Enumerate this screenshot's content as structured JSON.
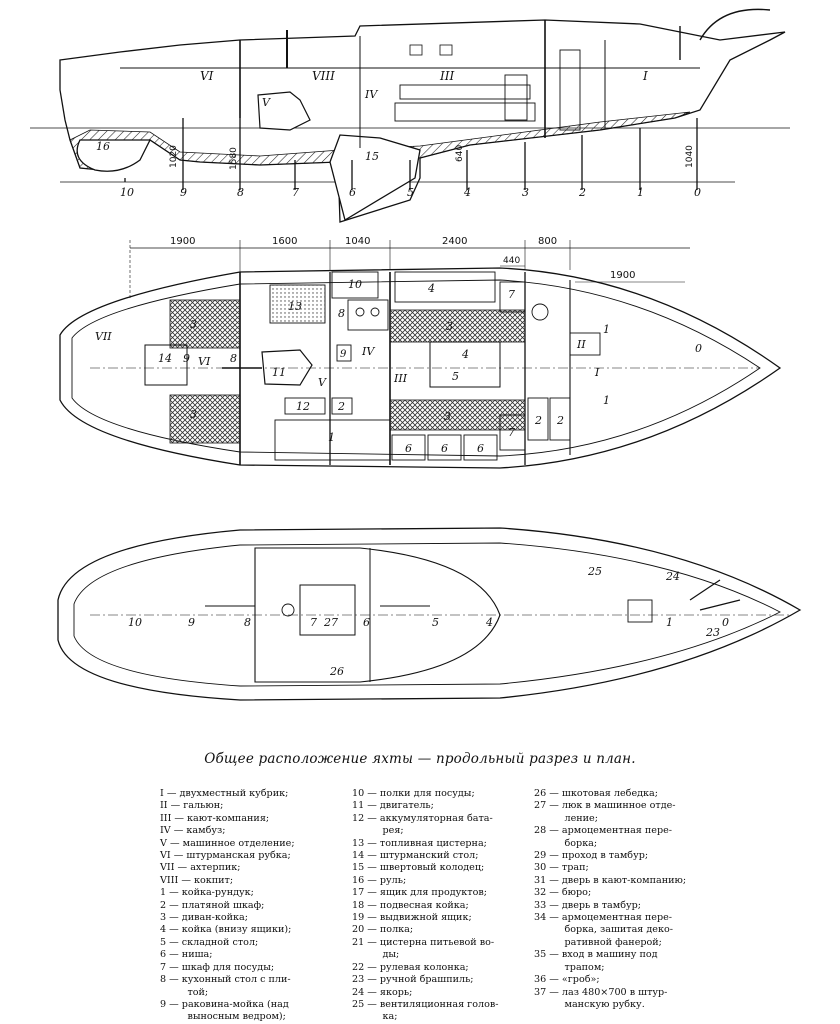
{
  "caption": "Общее расположение яхты — продольный разрез и план.",
  "profile": {
    "compartments": [
      "VI",
      "VIII",
      "III",
      "I",
      "V",
      "IV"
    ],
    "items": [
      "16",
      "15"
    ],
    "stations": [
      "10",
      "9",
      "8",
      "7",
      "6",
      "5",
      "4",
      "3",
      "2",
      "1",
      "0"
    ],
    "heights": [
      "1020",
      "1580",
      "640",
      "1040"
    ]
  },
  "plan": {
    "dimensions": [
      "1900",
      "1600",
      "1040",
      "2400",
      "800",
      "440",
      "1900"
    ],
    "compartments": [
      "VII",
      "VI",
      "V",
      "IV",
      "III",
      "II",
      "I",
      "0"
    ],
    "items": [
      "3",
      "3",
      "14",
      "9",
      "8",
      "13",
      "10",
      "8",
      "11",
      "9",
      "12",
      "2",
      "1",
      "4",
      "3",
      "4",
      "5",
      "3",
      "7",
      "7",
      "6",
      "6",
      "6",
      "2",
      "2",
      "1",
      "1",
      "1"
    ]
  },
  "deck": {
    "stations": [
      "10",
      "9",
      "8",
      "7",
      "27",
      "6",
      "5",
      "4",
      "1",
      "0"
    ],
    "items": [
      "25",
      "24",
      "23",
      "26"
    ]
  },
  "legend": {
    "col1": [
      "I — двухместный кубрик;",
      "II — гальюн;",
      "III — кают-компания;",
      "IV — камбуз;",
      "V — машинное отделение;",
      "VI — штурманская рубка;",
      "VII — ахтерпик;",
      "VIII — кокпит;",
      "1 — койка-рундук;",
      "2 — платяной шкаф;",
      "3 — диван-койка;",
      "4 — койка (внизу ящики);",
      "5 — складной стол;",
      "6 — ниша;",
      "7 — шкаф для посуды;",
      "8 — кухонный стол с пли-",
      "         той;",
      "9 — раковина-мойка (над",
      "         выносным ведром);"
    ],
    "col2": [
      "10 — полки для посуды;",
      "11 — двигатель;",
      "12 — аккумуляторная бата-",
      "          рея;",
      "13 — топливная цистерна;",
      "14 — штурманский стол;",
      "15 — швертовый колодец;",
      "16 — руль;",
      "17 — ящик для продуктов;",
      "18 — подвесная койка;",
      "19 — выдвижной ящик;",
      "20 — полка;",
      "21 — цистерна питьевой во-",
      "          ды;",
      "22 — рулевая колонка;",
      "23 — ручной брашпиль;",
      "24 — якорь;",
      "25 — вентиляционная голов-",
      "          ка;"
    ],
    "col3": [
      "26 — шкотовая лебедка;",
      "27 — люк в машинное отде-",
      "          ление;",
      "28 — армоцементная пере-",
      "          борка;",
      "29 — проход в тамбур;",
      "30 — трап;",
      "31 — дверь в кают-компанию;",
      "32 — бюро;",
      "33 — дверь в тамбур;",
      "34 — армоцементная пере-",
      "          борка, зашитая деко-",
      "          ративной фанерой;",
      "35 — вход в машину под",
      "          трапом;",
      "36 — «гроб»;",
      "37 — лаз 480×700 в штур-",
      "          манскую рубку."
    ]
  }
}
